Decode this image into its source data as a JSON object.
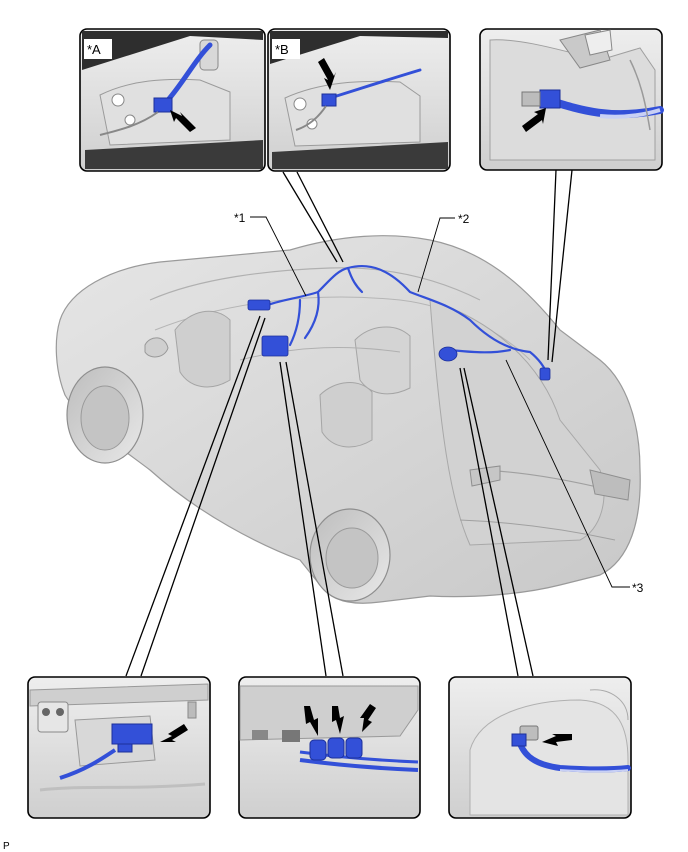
{
  "diagram": {
    "callouts": {
      "c1": "*1",
      "c2": "*2",
      "c3": "*3"
    },
    "insets": {
      "a_tag": "*A",
      "b_tag": "*B"
    },
    "corner_mark": "P",
    "colors": {
      "harness_blue": "#3350d8",
      "arrow_black": "#000000",
      "car_gray": "#d9d9d9",
      "outline": "#000000"
    }
  }
}
